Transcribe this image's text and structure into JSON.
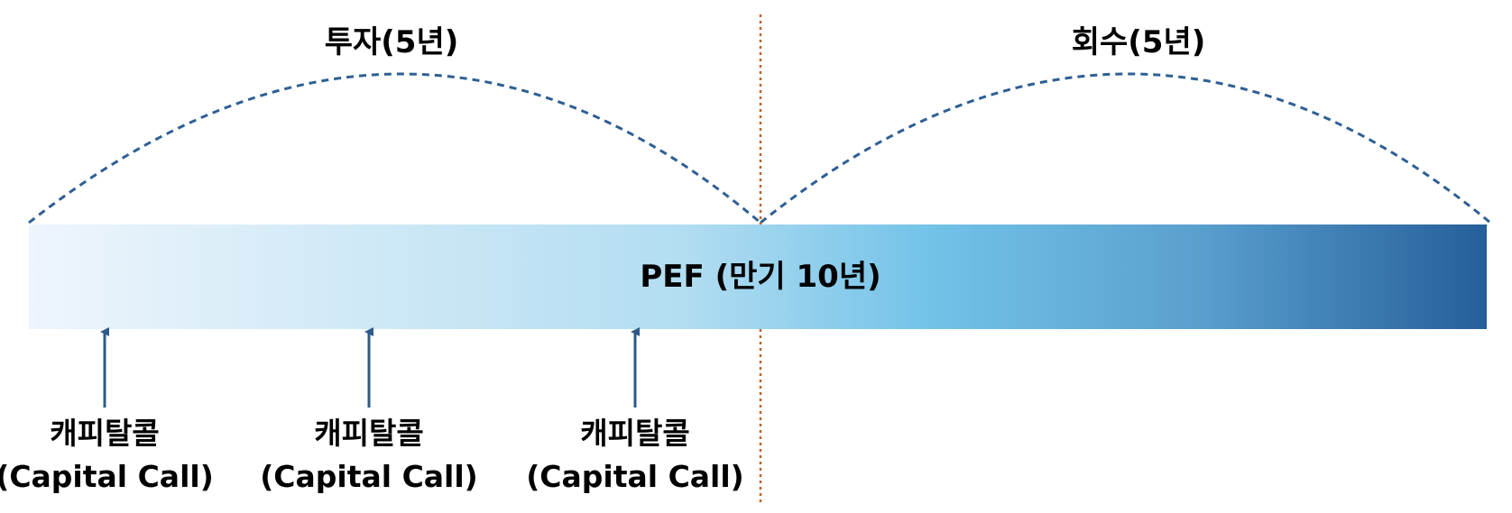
{
  "phases": {
    "investment": "투자(5년)",
    "recovery": "회수(5년)"
  },
  "fund_bar": {
    "label": "PEF (만기 10년)"
  },
  "capital_calls": [
    {
      "line1": "캐피탈콜",
      "line2": "(Capital Call)"
    },
    {
      "line1": "캐피탈콜",
      "line2": "(Capital Call)"
    },
    {
      "line1": "캐피탈콜",
      "line2": "(Capital Call)"
    }
  ],
  "colors": {
    "arc": "#2e5f94",
    "divider": "#c0632b",
    "arrow": "#2b5a8a",
    "bar_start": "#eef5fc",
    "bar_mid": "#72c2e8",
    "bar_end": "#255f99"
  }
}
